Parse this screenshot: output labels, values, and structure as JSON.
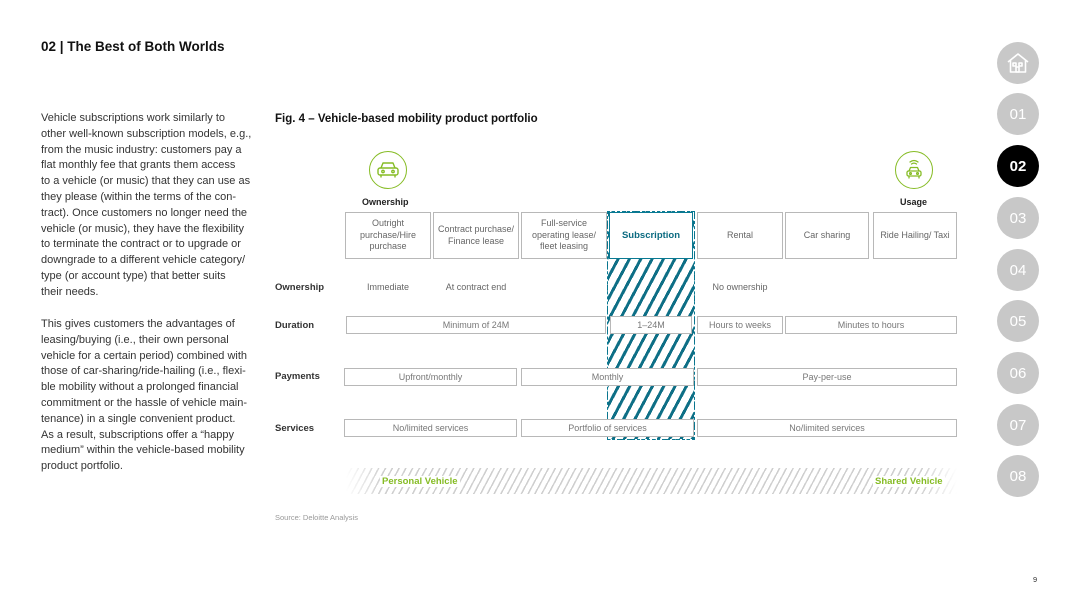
{
  "header": {
    "title": "02 | The Best of Both Worlds"
  },
  "body": {
    "p1_lines": [
      "Vehicle subscriptions work similarly to",
      "other well-known subscription models, e.g.,",
      "from the music industry: customers pay a",
      "flat monthly fee that grants them access",
      "to a vehicle (or music) that they can use as",
      "they please (within the terms of the con-",
      "tract). Once customers no longer need the",
      "vehicle (or music), they have the flexibility",
      "to terminate the contract or to upgrade or",
      "downgrade to a different vehicle category/",
      "type (or account type) that better suits",
      "their needs."
    ],
    "p2_lines": [
      "This gives customers the advantages of",
      "leasing/buying (i.e., their own personal",
      "vehicle for a certain period) combined with",
      "those of car-sharing/ride-hailing (i.e., flexi-",
      "ble mobility without a prolonged financial",
      "commitment or the hassle of vehicle main-",
      "tenance) in a single convenient product.",
      "As a result, subscriptions offer a “happy",
      "medium” within the vehicle-based mobility",
      "product portfolio."
    ]
  },
  "figure": {
    "title": "Fig. 4 – Vehicle-based mobility product portfolio",
    "ownership_category": "Ownership",
    "usage_category": "Usage",
    "icons": {
      "ownership": "car-icon",
      "usage": "connected-car-icon"
    },
    "products": [
      "Outright purchase/Hire purchase",
      "Contract purchase/ Finance lease",
      "Full-service operating lease/ fleet leasing",
      "Subscription",
      "Rental",
      "Car sharing",
      "Ride Hailing/ Taxi"
    ],
    "rows": {
      "ownership": {
        "label": "Ownership",
        "immediate": "Immediate",
        "contract_end": "At contract end",
        "none": "No ownership"
      },
      "duration": {
        "label": "Duration",
        "min24": "Minimum of 24M",
        "sub": "1–24M",
        "hours_weeks": "Hours to weeks",
        "minutes_hours": "Minutes to hours"
      },
      "payments": {
        "label": "Payments",
        "upfront": "Upfront/monthly",
        "monthly": "Monthly",
        "ppu": "Pay-per-use"
      },
      "services": {
        "label": "Services",
        "limited1": "No/limited services",
        "portfolio": "Portfolio of services",
        "limited2": "No/limited services"
      }
    },
    "spectrum": {
      "left": "Personal Vehicle",
      "right": "Shared Vehicle"
    },
    "source": "Source: Deloitte Analysis"
  },
  "nav": {
    "home_icon": "home-icon",
    "items": [
      "01",
      "02",
      "03",
      "04",
      "05",
      "06",
      "07",
      "08"
    ],
    "active": "02"
  },
  "colors": {
    "accent_green": "#86bc25",
    "teal": "#0a7a93",
    "nav_inactive": "#c8c8c8",
    "nav_active": "#000000"
  },
  "page_number": "9"
}
